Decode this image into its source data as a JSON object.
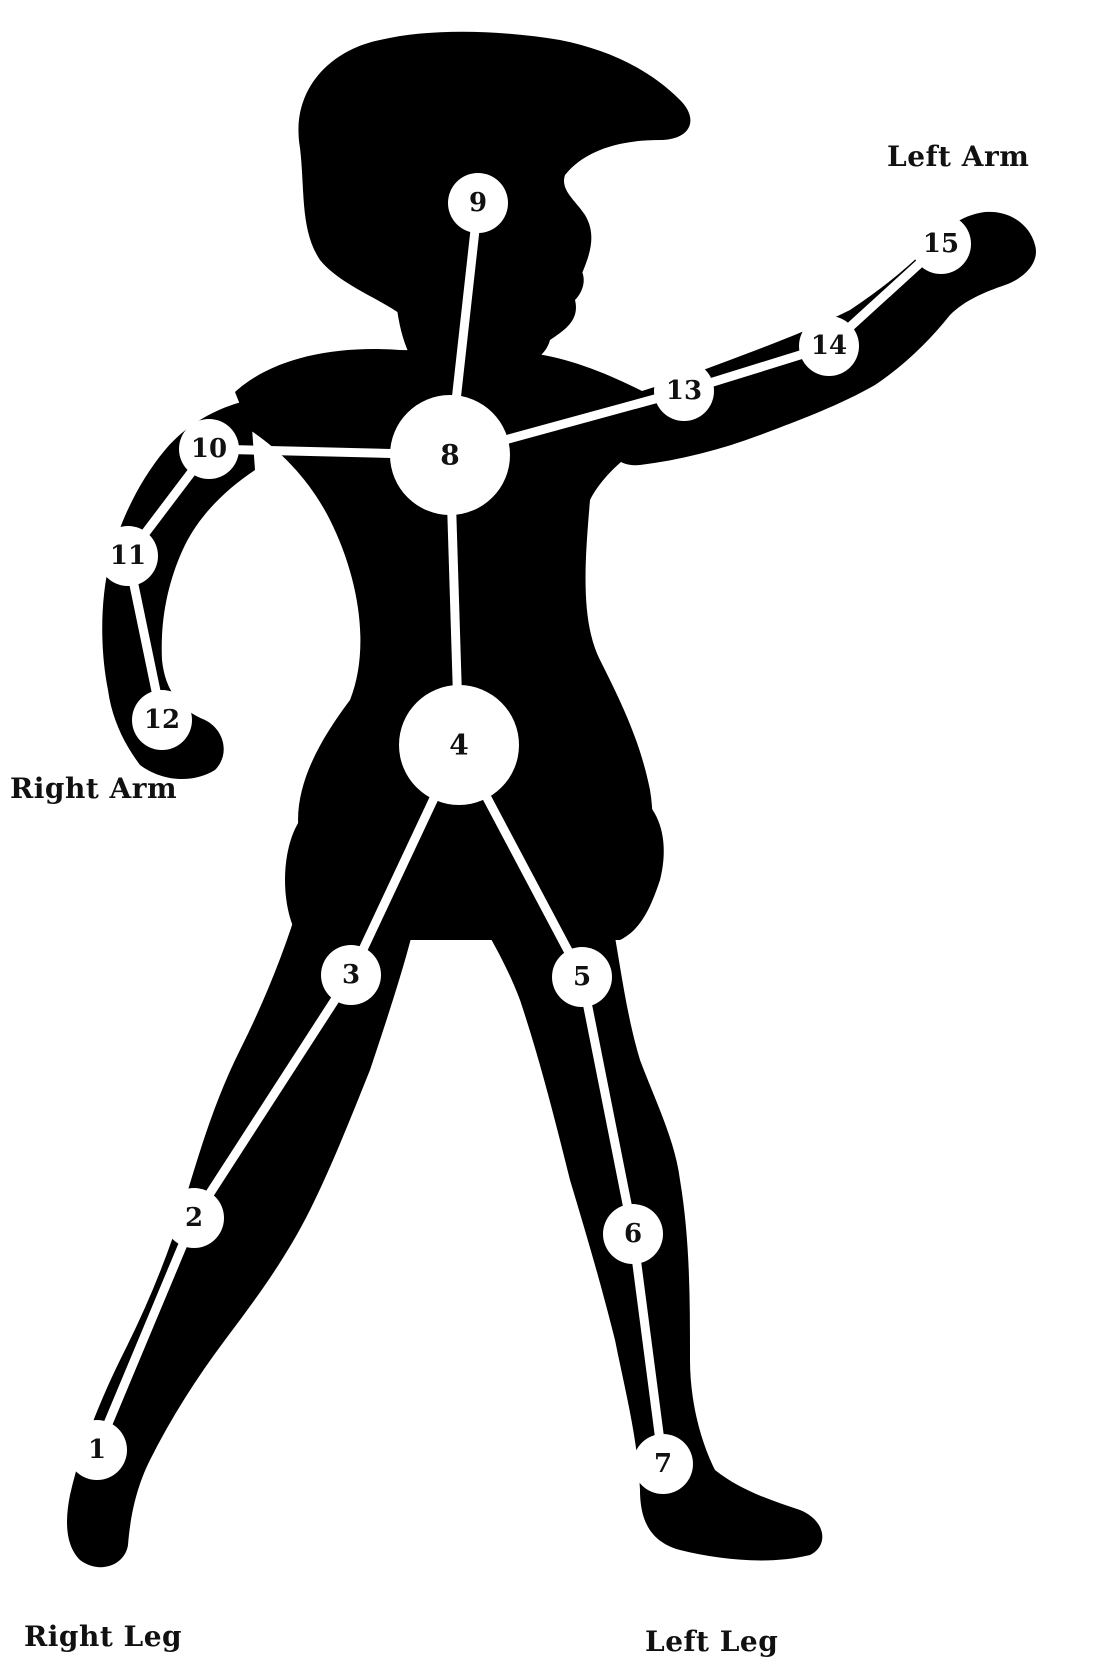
{
  "labels": {
    "left_arm": "Left Arm",
    "right_arm": "Right Arm",
    "right_leg": "Right Leg",
    "left_leg": "Left Leg"
  },
  "joints": [
    {
      "id": 1,
      "label": "1"
    },
    {
      "id": 2,
      "label": "2"
    },
    {
      "id": 3,
      "label": "3"
    },
    {
      "id": 4,
      "label": "4"
    },
    {
      "id": 5,
      "label": "5"
    },
    {
      "id": 6,
      "label": "6"
    },
    {
      "id": 7,
      "label": "7"
    },
    {
      "id": 8,
      "label": "8"
    },
    {
      "id": 9,
      "label": "9"
    },
    {
      "id": 10,
      "label": "10"
    },
    {
      "id": 11,
      "label": "11"
    },
    {
      "id": 12,
      "label": "12"
    },
    {
      "id": 13,
      "label": "13"
    },
    {
      "id": 14,
      "label": "14"
    },
    {
      "id": 15,
      "label": "15"
    }
  ],
  "bones": [
    [
      1,
      2
    ],
    [
      2,
      3
    ],
    [
      3,
      4
    ],
    [
      4,
      5
    ],
    [
      5,
      6
    ],
    [
      6,
      7
    ],
    [
      4,
      8
    ],
    [
      8,
      9
    ],
    [
      8,
      10
    ],
    [
      10,
      11
    ],
    [
      11,
      12
    ],
    [
      8,
      13
    ],
    [
      13,
      14
    ],
    [
      14,
      15
    ]
  ],
  "colors": {
    "silhouette": "#000000",
    "skeleton": "#ffffff",
    "text": "#111111",
    "background": "#ffffff"
  }
}
